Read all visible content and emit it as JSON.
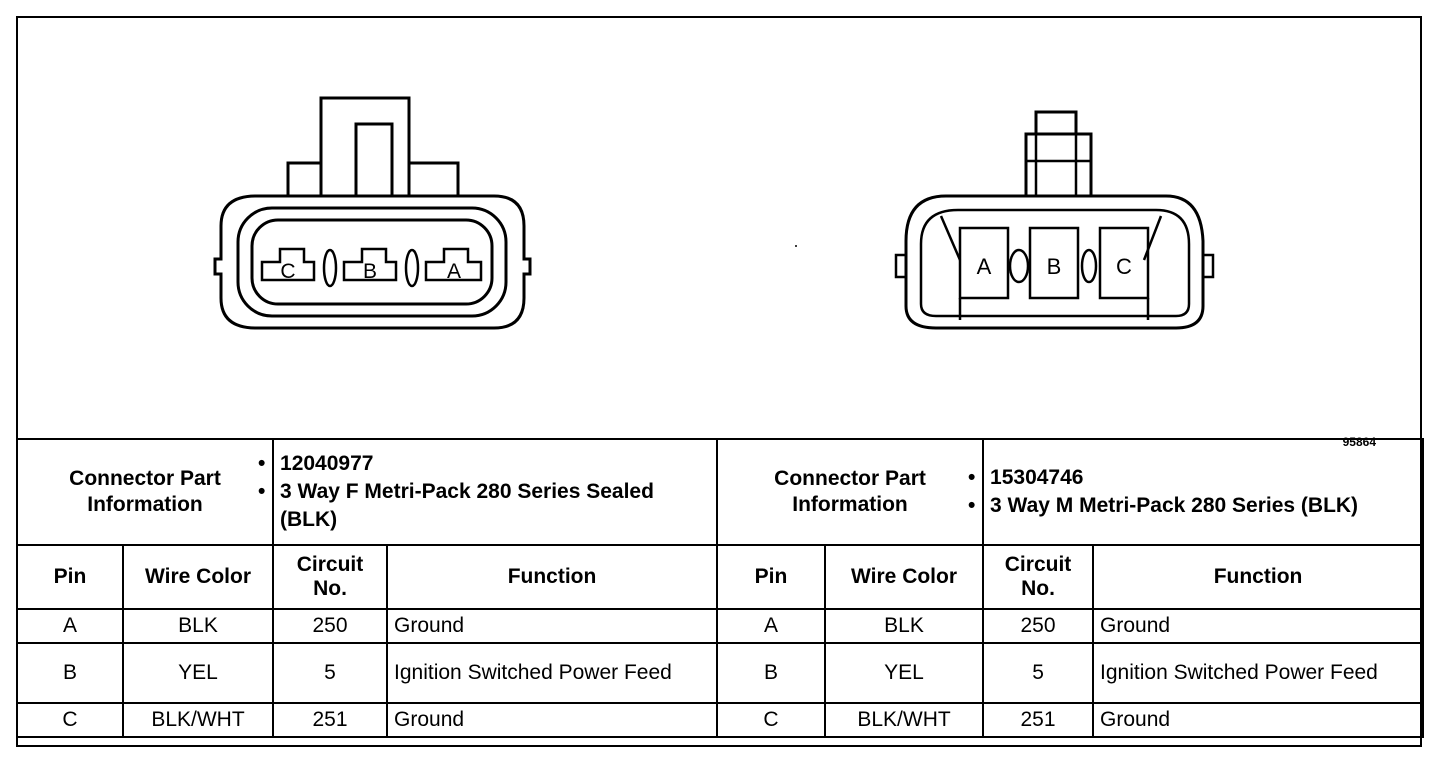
{
  "figure_id": "95864",
  "left_connector": {
    "pins": [
      "C",
      "B",
      "A"
    ],
    "part_label": "Connector Part Information",
    "part_number": "12040977",
    "description": "3 Way F Metri-Pack 280 Series Sealed (BLK)"
  },
  "right_connector": {
    "pins": [
      "A",
      "B",
      "C"
    ],
    "part_label": "Connector Part Information",
    "part_number": "15304746",
    "description": "3 Way M Metri-Pack 280 Series (BLK)"
  },
  "columns": {
    "pin": "Pin",
    "wire_color": "Wire Color",
    "circuit": "Circuit No.",
    "function": "Function"
  },
  "rows": [
    {
      "pin": "A",
      "wire_color": "BLK",
      "circuit": "250",
      "function": "Ground"
    },
    {
      "pin": "B",
      "wire_color": "YEL",
      "circuit": "5",
      "function": "Ignition Switched Power Feed"
    },
    {
      "pin": "C",
      "wire_color": "BLK/WHT",
      "circuit": "251",
      "function": "Ground"
    }
  ]
}
